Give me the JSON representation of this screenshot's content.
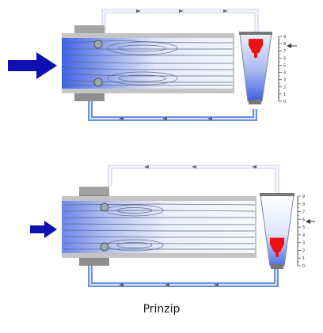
{
  "caption": "Prinzip",
  "colors": {
    "flow_arrow": "#1010b0",
    "pipe_outline": "#3b6fd0",
    "pipe_fill": "#dde4f8",
    "bottom_pipe": "#6a8fe0",
    "flange": "#8e8e8e",
    "body_gray": "#c4c4c4",
    "indicator": "#ee1111",
    "fluid_blue": "#2f4fe0"
  },
  "icons": {
    "inlet_arrow": "right-arrow-icon",
    "float": "float-indicator-icon"
  },
  "diagrams": [
    {
      "name": "high-flow",
      "float_level": 8,
      "scale_ticks": [
        "0",
        "1",
        "2",
        "3",
        "4",
        "5",
        "6",
        "7",
        "8",
        "9"
      ]
    },
    {
      "name": "low-flow",
      "float_level": 3,
      "scale_ticks": [
        "0",
        "1",
        "2",
        "3",
        "4",
        "5",
        "6",
        "7",
        "8",
        "9"
      ]
    }
  ]
}
